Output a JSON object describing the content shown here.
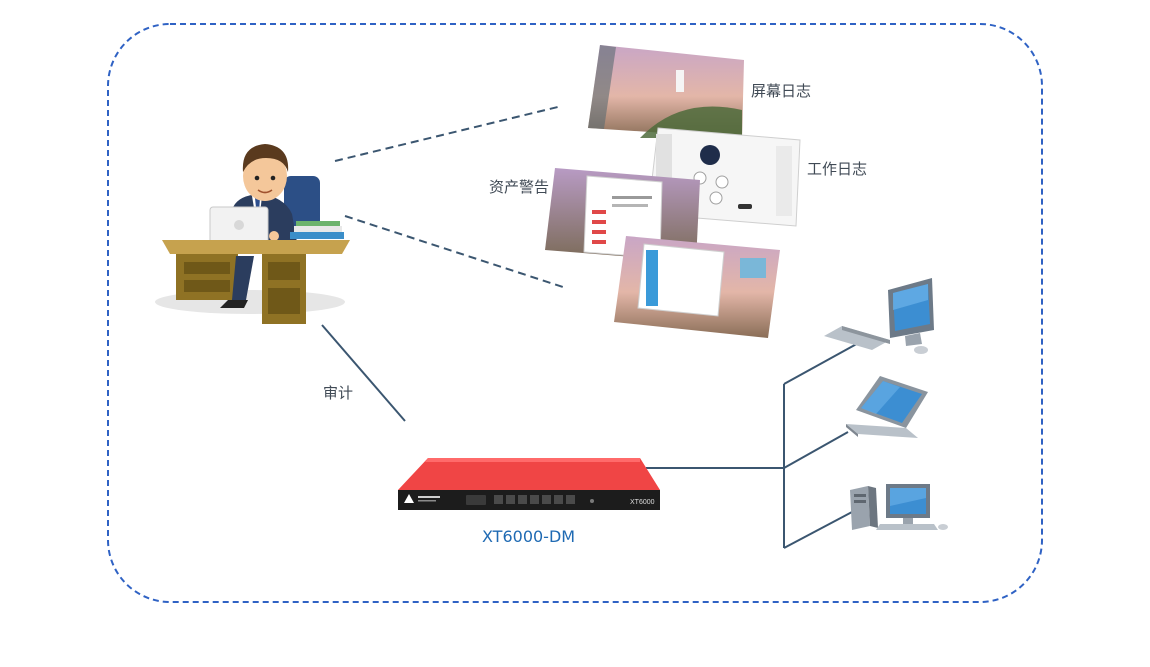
{
  "labels": {
    "screen_log": "屏幕日志",
    "work_log": "工作日志",
    "asset_alert": "资产警告",
    "audit": "审计"
  },
  "device": {
    "model": "XT6000-DM",
    "front_model": "XT6000"
  },
  "colors": {
    "frame_border": "#2f62c4",
    "connector": "#3b5670",
    "device_top": "#f04545",
    "model_text": "#1f6ab3"
  },
  "icons": [
    "auditor-at-desk-icon",
    "screenshot-thumbnail-icon",
    "desktop-computer-icon",
    "laptop-icon",
    "pc-tower-icon",
    "network-appliance-icon"
  ]
}
